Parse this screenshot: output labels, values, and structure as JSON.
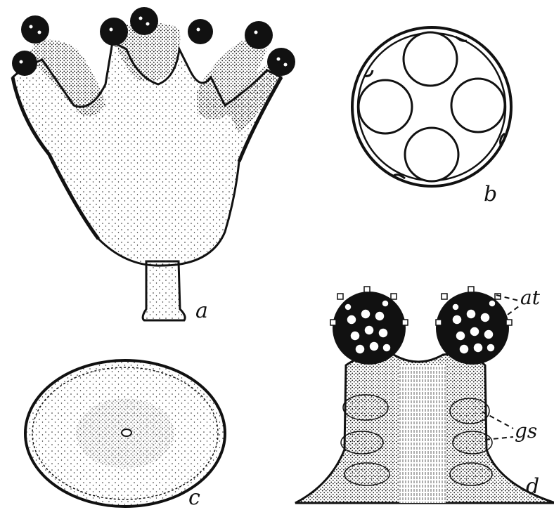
{
  "figure": {
    "panels": [
      {
        "id": "a",
        "label": "a"
      },
      {
        "id": "b",
        "label": "b"
      },
      {
        "id": "c",
        "label": "c"
      },
      {
        "id": "d",
        "label": "d"
      }
    ],
    "annotations": [
      {
        "id": "at",
        "text": "at"
      },
      {
        "id": "gs",
        "text": "gs"
      }
    ],
    "colors": {
      "ink": "#111111",
      "paper": "#ffffff"
    }
  }
}
